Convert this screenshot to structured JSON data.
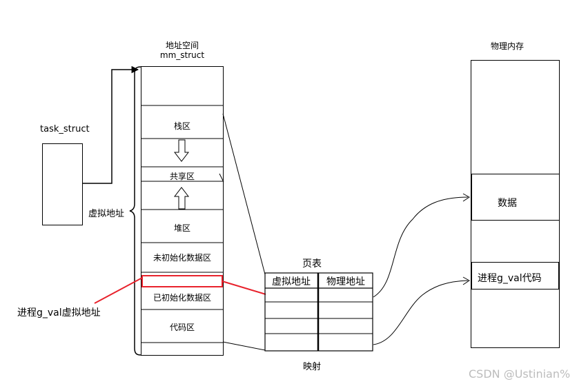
{
  "task_struct": {
    "label": "task_struct"
  },
  "mm": {
    "title1": "地址空间",
    "title2": "mm_struct",
    "side_label": "虚拟地址"
  },
  "segments": {
    "stack": "栈区",
    "shared": "共享区",
    "heap": "堆区",
    "bss": "未初始化数据区",
    "data": "已初始化数据区",
    "code": "代码区"
  },
  "page_table": {
    "title": "页表",
    "col_virtual": "虚拟地址",
    "col_physical": "物理地址",
    "caption": "映射"
  },
  "physical_memory": {
    "title": "物理内存",
    "data_label": "数据",
    "code_label": "进程g_val代码"
  },
  "annotation": {
    "g_val_virtual": "进程g_val虚拟地址"
  },
  "watermark": "CSDN @Ustinian%",
  "colors": {
    "highlight": "#e8212b",
    "line": "#000000"
  }
}
